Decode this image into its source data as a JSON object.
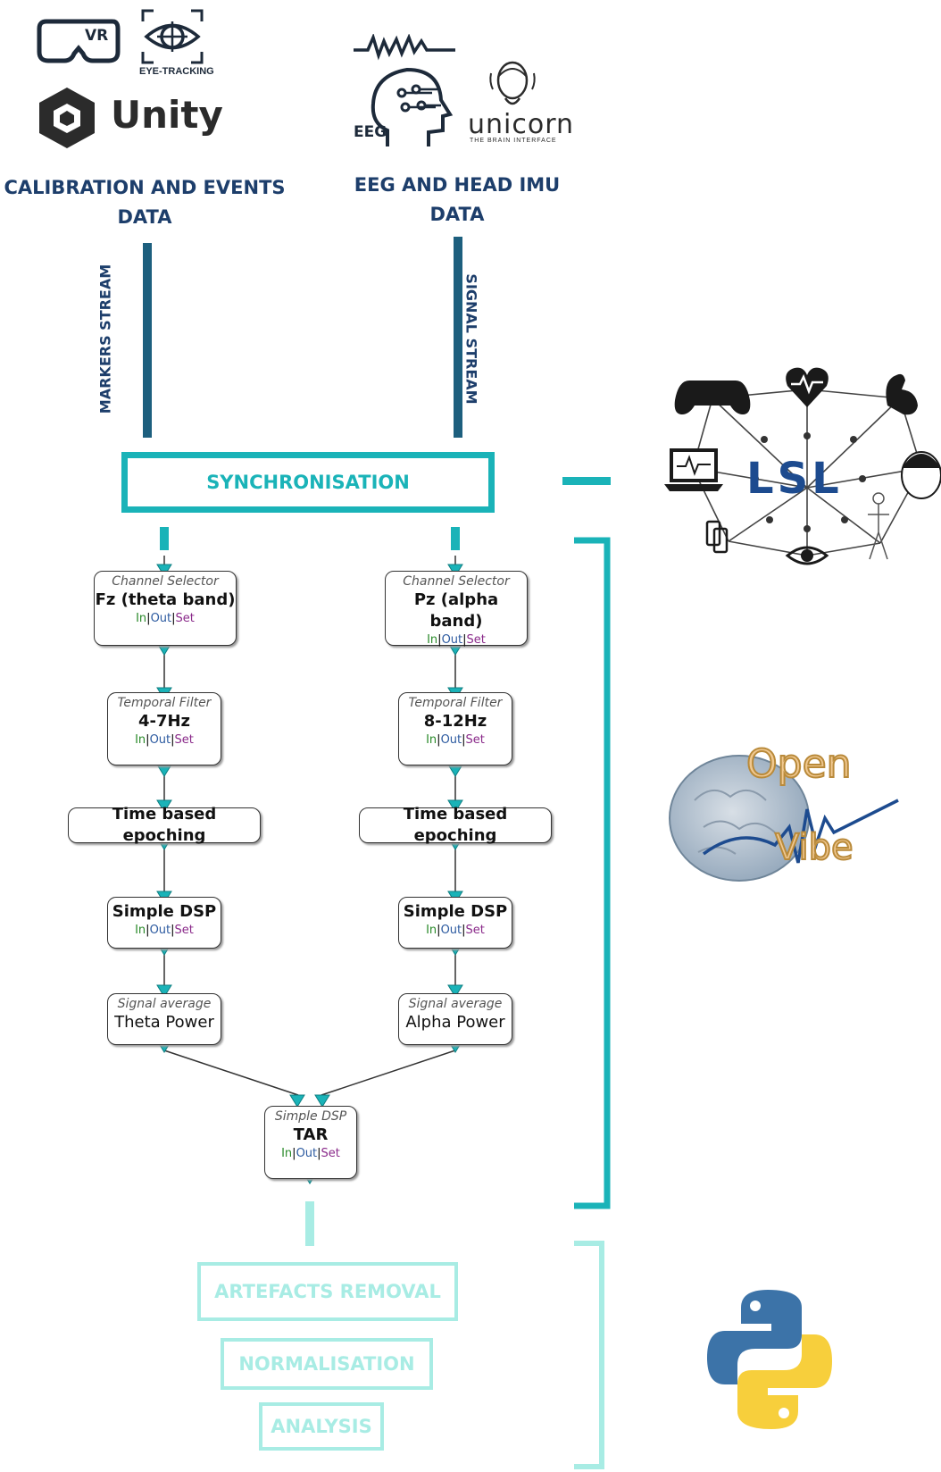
{
  "logos": {
    "vr_text": "VR",
    "eye_tracking_text": "EYE-TRACKING",
    "unity_text": "Unity",
    "eeg_text": "EEG",
    "unicorn_text": "unicorn",
    "unicorn_sub": "THE BRAIN INTERFACE",
    "lsl_text": "LSL",
    "openvibe_open": "Open",
    "openvibe_vibe": "Vibe"
  },
  "sources": {
    "left_heading_line1": "CALIBRATION AND EVENTS",
    "left_heading_line2": "DATA",
    "right_heading_line1": "EEG AND HEAD IMU",
    "right_heading_line2": "DATA",
    "left_stream": "MARKERS STREAM",
    "right_stream": "SIGNAL STREAM"
  },
  "sync_label": "SYNCHRONISATION",
  "io": {
    "in": "In",
    "out": "Out",
    "set": "Set",
    "sep": "|"
  },
  "left_chain": {
    "selector_sub": "Channel Selector",
    "selector_main": "Fz (theta band)",
    "filter_sub": "Temporal Filter",
    "filter_main": "4-7Hz",
    "epoching": "Time based epoching",
    "dsp": "Simple DSP",
    "avg_sub": "Signal average",
    "avg_main": "Theta Power"
  },
  "right_chain": {
    "selector_sub": "Channel Selector",
    "selector_main": "Pz (alpha band)",
    "filter_sub": "Temporal Filter",
    "filter_main": "8-12Hz",
    "epoching": "Time based epoching",
    "dsp": "Simple DSP",
    "avg_sub": "Signal average",
    "avg_main": "Alpha Power"
  },
  "tar_node": {
    "sub": "Simple DSP",
    "main": "TAR"
  },
  "post": {
    "artefacts": "ARTEFACTS REMOVAL",
    "normalisation": "NORMALISATION",
    "analysis": "ANALYSIS"
  },
  "colors": {
    "navy": "#1d3e6b",
    "teal": "#1ab3b8",
    "pale_teal": "#a8ece4"
  }
}
